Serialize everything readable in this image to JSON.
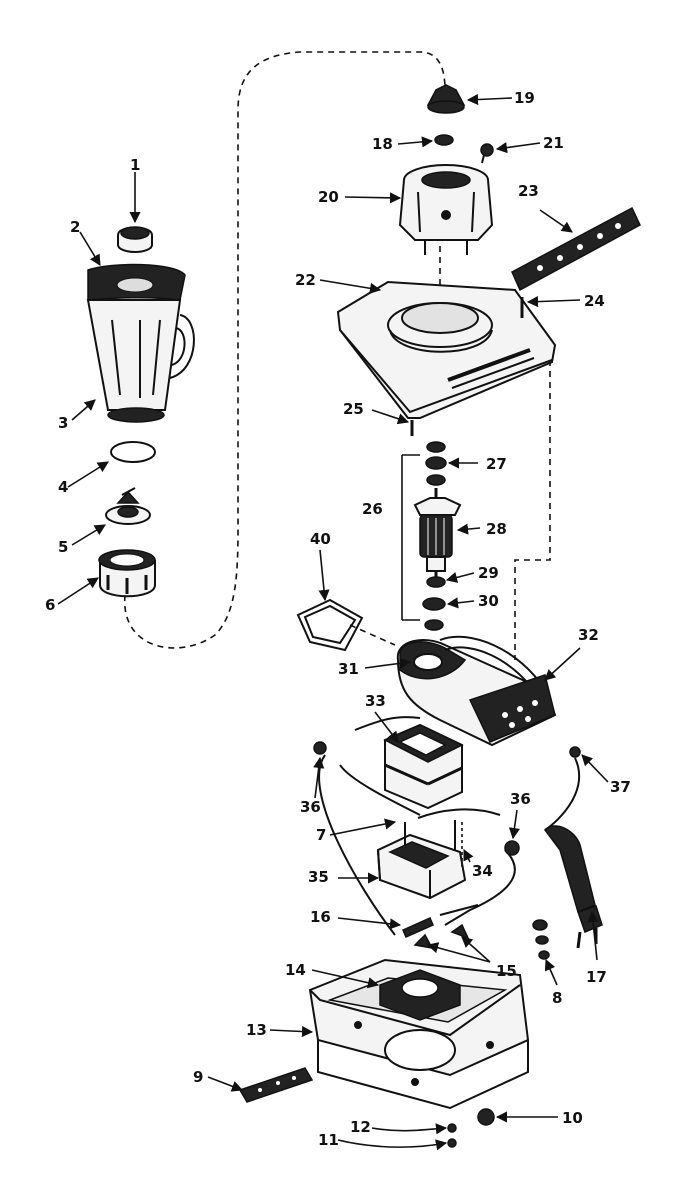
{
  "diagram": {
    "callouts": [
      "1",
      "2",
      "3",
      "4",
      "5",
      "6",
      "7",
      "8",
      "9",
      "10",
      "11",
      "12",
      "13",
      "14",
      "15",
      "16",
      "17",
      "18",
      "19",
      "20",
      "21",
      "22",
      "23",
      "24",
      "25",
      "26",
      "27",
      "28",
      "29",
      "30",
      "31",
      "32",
      "33",
      "34",
      "35",
      "36",
      "36",
      "37"
    ]
  }
}
